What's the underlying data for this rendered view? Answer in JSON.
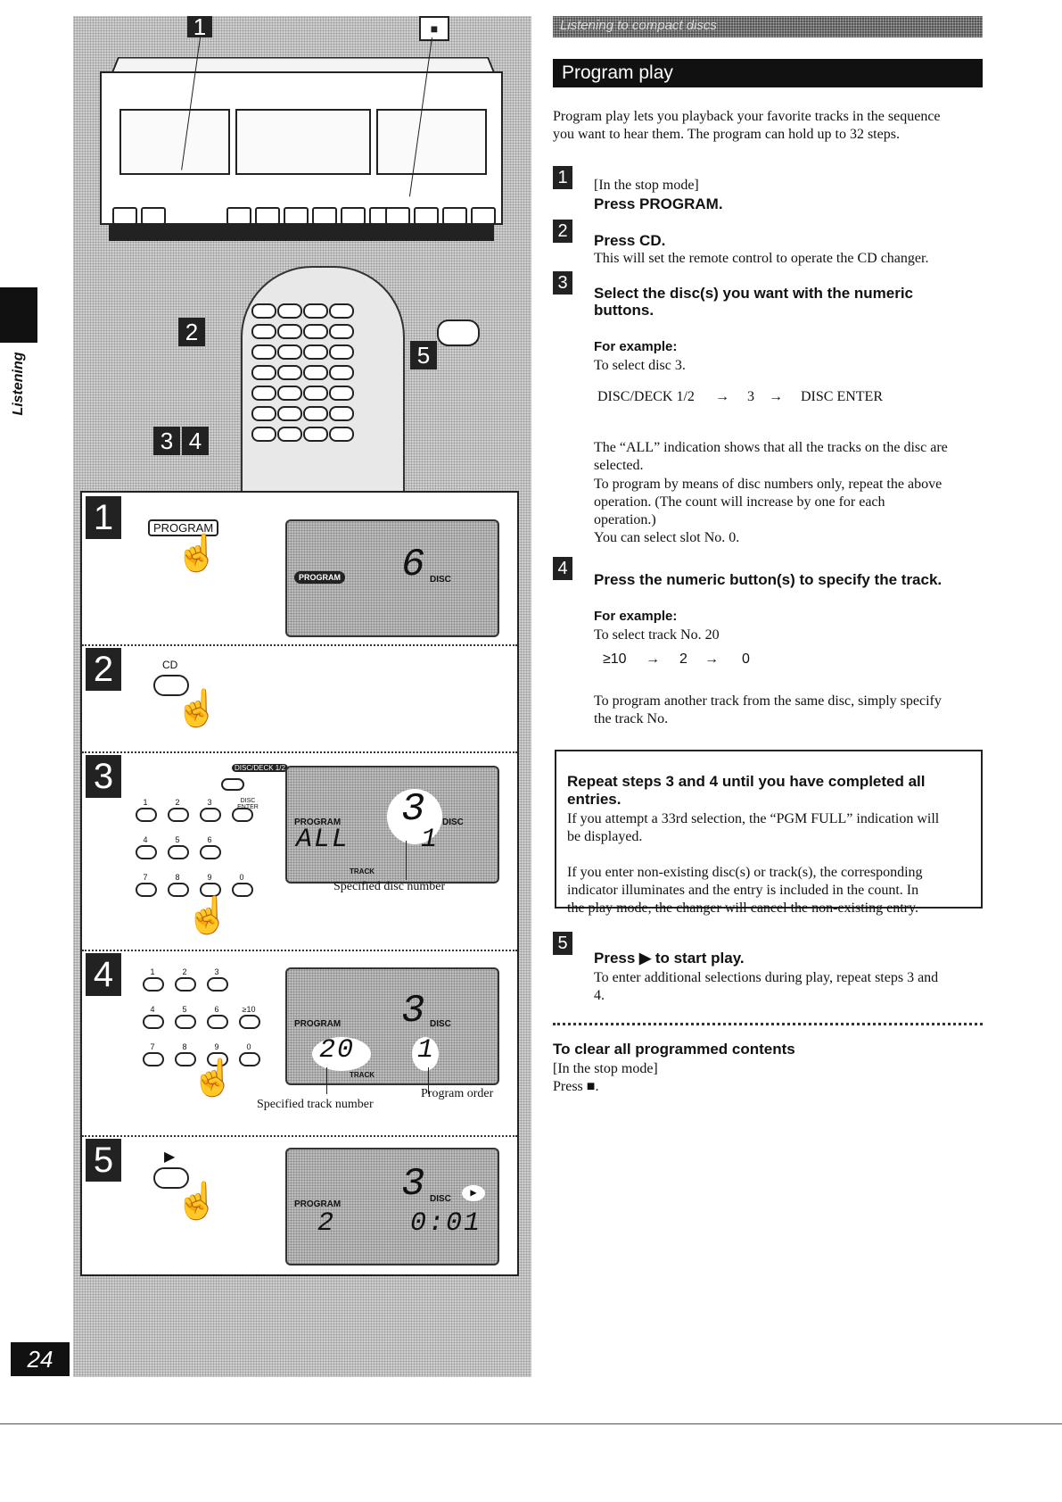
{
  "side_label": "Listening",
  "page_number": "24",
  "section_header": "Listening to compact discs",
  "title": "Program play",
  "intro": [
    "Program play lets you playback your favorite tracks in the sequence",
    "you want to hear them. The program can hold up to 32 steps."
  ],
  "steps": [
    {
      "number": "1",
      "pre": "[In the stop mode]",
      "heading": "Press PROGRAM."
    },
    {
      "number": "2",
      "heading": "Press CD.",
      "body": "This will set the remote control to operate the CD changer."
    },
    {
      "number": "3",
      "heading_lines": [
        "Select the disc(s) you want with the numeric",
        "buttons."
      ],
      "example_label": "For example:",
      "example_text": "To select disc 3.",
      "sequence": [
        "DISC/DECK 1/2",
        "3",
        "DISC ENTER"
      ],
      "notes": [
        "The “ALL” indication shows that all the tracks on the disc are",
        "selected.",
        "To program by means of disc numbers only, repeat the above",
        "operation. (The count will increase by one for each",
        "operation.)",
        "You can select slot No. 0."
      ]
    },
    {
      "number": "4",
      "heading": "Press the numeric button(s) to specify the track.",
      "example_label": "For example:",
      "example_text": "To select track No. 20",
      "sequence": [
        "≥10",
        "2",
        "0"
      ],
      "notes": [
        "To program another track from the same disc, simply specify",
        "the track No."
      ]
    },
    {
      "number": "5",
      "heading": "Press ▶ to start play.",
      "body": [
        "To enter additional selections during play, repeat steps 3 and",
        "4."
      ]
    }
  ],
  "arrow": "→",
  "repeat_box": {
    "heading": [
      "Repeat steps 3 and 4 until you have completed all",
      "entries."
    ],
    "para1": [
      "If you attempt a 33rd selection, the “PGM FULL” indication will",
      "be displayed."
    ],
    "para2": [
      "If you enter non-existing disc(s) or track(s), the corresponding",
      "indicator illuminates and the entry is included in the count. In",
      "the play mode, the changer will cancel the non-existing entry."
    ]
  },
  "clear": {
    "heading": "To clear all programmed contents",
    "line1": "[In the stop mode]",
    "line2": "Press ■."
  },
  "illustration": {
    "panel_numbers": [
      "1",
      "2",
      "3",
      "4",
      "5"
    ],
    "tags": [
      "2",
      "5",
      "3",
      "4"
    ],
    "unit_tags": [
      "1",
      "■"
    ],
    "program_button": "PROGRAM",
    "cd_button": "CD",
    "play_symbol": "▶",
    "disc_deck_label": "DISC/DECK 1/2",
    "disc_enter_label": "DISC ENTER",
    "keypad3": [
      "1",
      "2",
      "3",
      "",
      "4",
      "5",
      "6",
      "",
      "7",
      "8",
      "9",
      "0"
    ],
    "keypad4": [
      "1",
      "2",
      "3",
      "",
      "4",
      "5",
      "6",
      "≥10",
      "7",
      "8",
      "9",
      "0"
    ],
    "lcd1": {
      "big": "6",
      "label_disc": "DISC",
      "pgm": "PROGRAM"
    },
    "lcd3": {
      "disc": "3",
      "track": "ALL",
      "order": "1",
      "label_disc": "DISC",
      "label_pgm": "PROGRAM",
      "label_track": "TRACK"
    },
    "lcd4": {
      "disc": "3",
      "track": "20",
      "order": "1",
      "label_disc": "DISC",
      "label_pgm": "PROGRAM",
      "label_track": "TRACK"
    },
    "lcd5": {
      "disc": "3",
      "track": "2",
      "time": "0:01",
      "label_disc": "DISC",
      "label_pgm": "PROGRAM"
    },
    "callout_disc": "Specified disc number",
    "callout_track": "Specified track number",
    "callout_order": "Program order"
  }
}
